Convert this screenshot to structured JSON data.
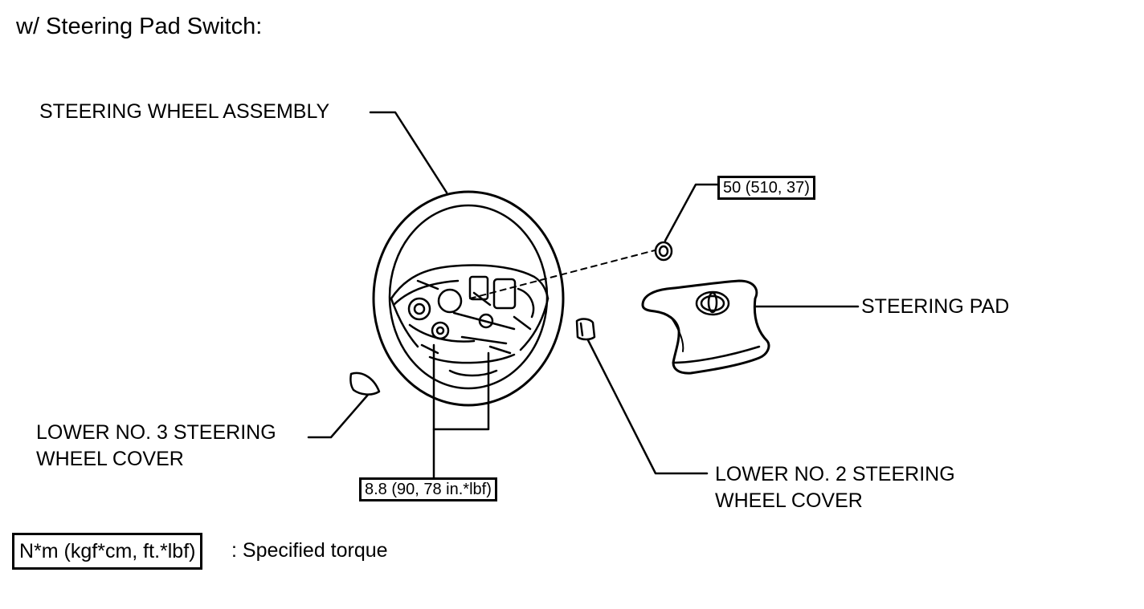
{
  "header": {
    "title": "w/ Steering Pad Switch:"
  },
  "labels": {
    "steering_wheel_assembly": "STEERING WHEEL ASSEMBLY",
    "steering_pad": "STEERING PAD",
    "lower_no3_line1": "LOWER NO. 3 STEERING",
    "lower_no3_line2": "WHEEL COVER",
    "lower_no2_line1": "LOWER NO. 2 STEERING",
    "lower_no2_line2": "WHEEL COVER"
  },
  "torque": {
    "nut_value": "50 (510, 37)",
    "screw_value": "8.8 (90, 78 in.*lbf)"
  },
  "legend": {
    "box_text": "N*m (kgf*cm, ft.*lbf)",
    "description": ": Specified torque"
  },
  "colors": {
    "line": "#000000",
    "background": "#ffffff"
  }
}
